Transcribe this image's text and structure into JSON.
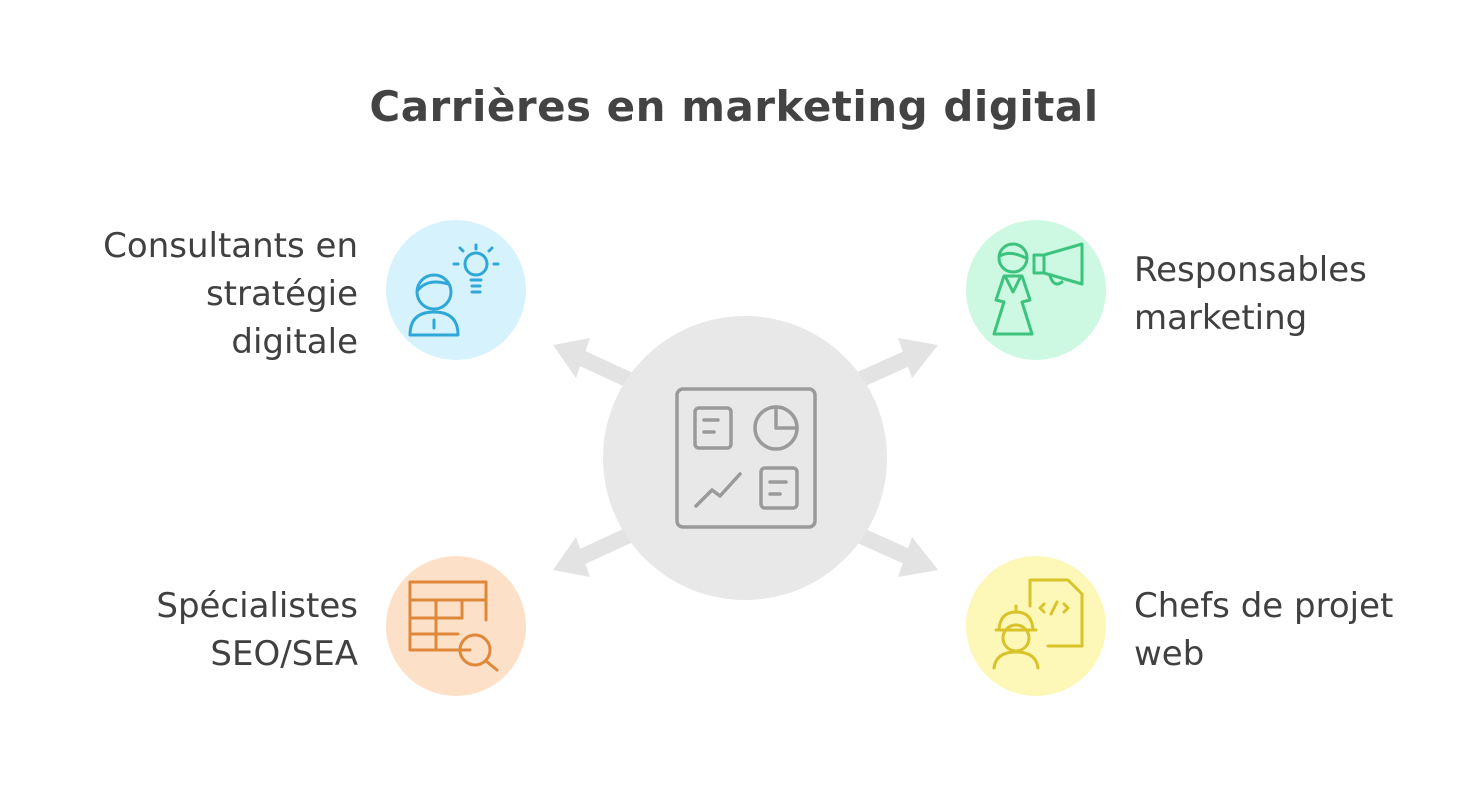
{
  "title": "Carrières en marketing digital",
  "center": {
    "icon": "dashboard-icon",
    "color": "#e8e8e8",
    "stroke": "#9a9a9a"
  },
  "nodes": [
    {
      "id": "consultants",
      "lines": [
        "Consultants en",
        "stratégie",
        "digitale"
      ],
      "icon": "person-lightbulb-icon",
      "bg": "#d6f3fd",
      "stroke": "#2fa8d8"
    },
    {
      "id": "responsables",
      "lines": [
        "Responsables",
        "marketing"
      ],
      "icon": "person-megaphone-icon",
      "bg": "#cdf8e1",
      "stroke": "#3cc47f"
    },
    {
      "id": "specialistes",
      "lines": [
        "Spécialistes",
        "SEO/SEA"
      ],
      "icon": "table-search-icon",
      "bg": "#fde0c8",
      "stroke": "#e0883a"
    },
    {
      "id": "chefs",
      "lines": [
        "Chefs de projet",
        "web"
      ],
      "icon": "engineer-code-icon",
      "bg": "#fdf8b8",
      "stroke": "#d9c32a"
    }
  ]
}
